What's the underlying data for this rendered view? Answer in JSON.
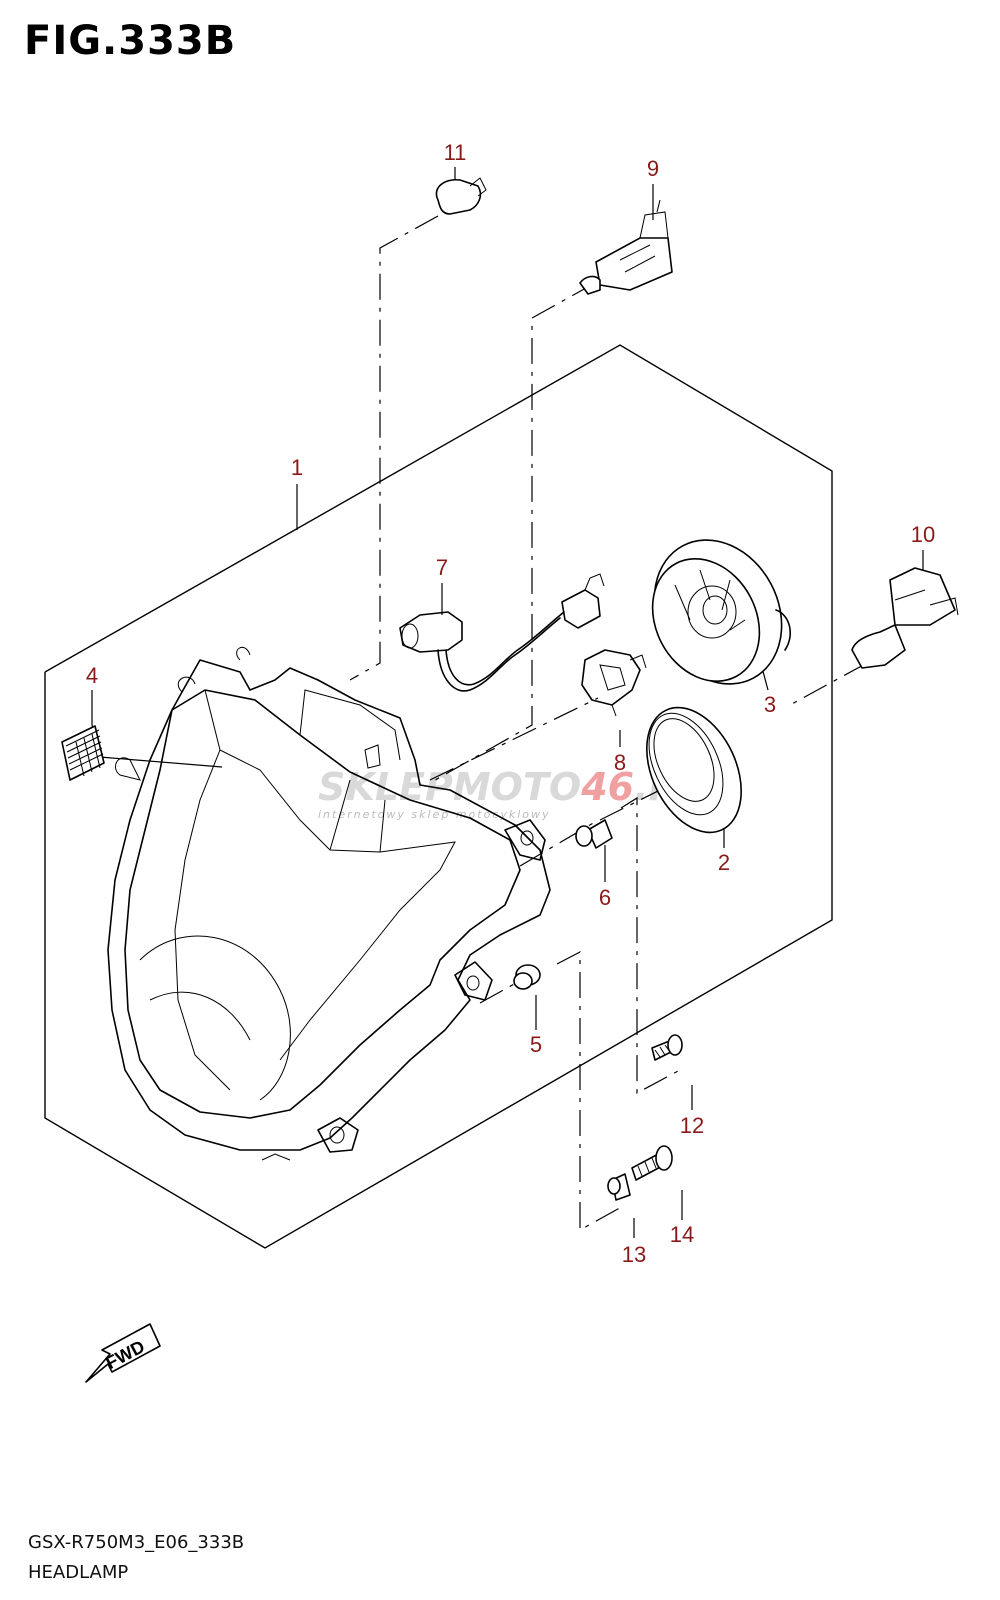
{
  "figure": {
    "title": "FIG.333B",
    "model_code": "GSX-R750M3_E06_333B",
    "name": "HEADLAMP"
  },
  "direction_arrow": {
    "label": "FWD"
  },
  "watermark": {
    "main_left": "SKLEP",
    "main_mid": "MOTO",
    "main_accent": "46",
    "main_right": ".PL",
    "tagline": "internetowy sklep motocyklowy"
  },
  "callouts": [
    "1",
    "2",
    "3",
    "4",
    "5",
    "6",
    "7",
    "8",
    "9",
    "10",
    "11",
    "12",
    "13",
    "14"
  ],
  "colors": {
    "callout": "#8a1a1a",
    "line": "#000000",
    "watermark": "#d9d9d9"
  }
}
